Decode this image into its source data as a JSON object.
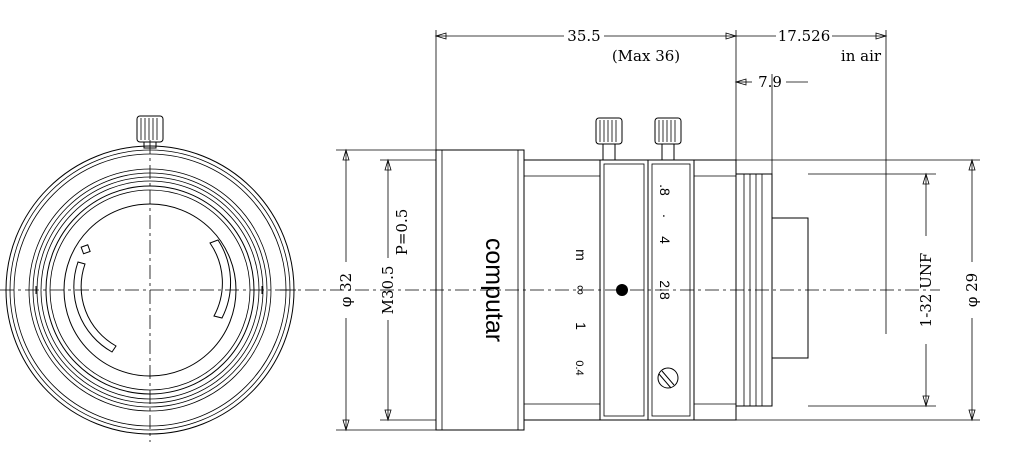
{
  "dimensions": {
    "flange_length": "35.5",
    "flange_length_max": "(Max 36)",
    "back_focus": "17.526",
    "back_focus_note": "in air",
    "mount_depth": "7.9",
    "body_diameter": "φ 32",
    "front_thread": "M30.5",
    "thread_pitch": "P=0.5",
    "mount_thread": "1-32 UNF",
    "mount_diameter": "φ 29"
  },
  "lens": {
    "brand": "computar",
    "aperture_marks": [
      ".8",
      "4",
      "2.8"
    ],
    "distance_unit": "m",
    "distance_marks": [
      "∞",
      "1",
      "0.4"
    ]
  },
  "icons": {
    "front_view": "lens-front-view",
    "locking_screw": "thumb-screw-icon",
    "index_dot": "index-dot-icon",
    "adjust_screw": "slotted-screw-icon"
  }
}
